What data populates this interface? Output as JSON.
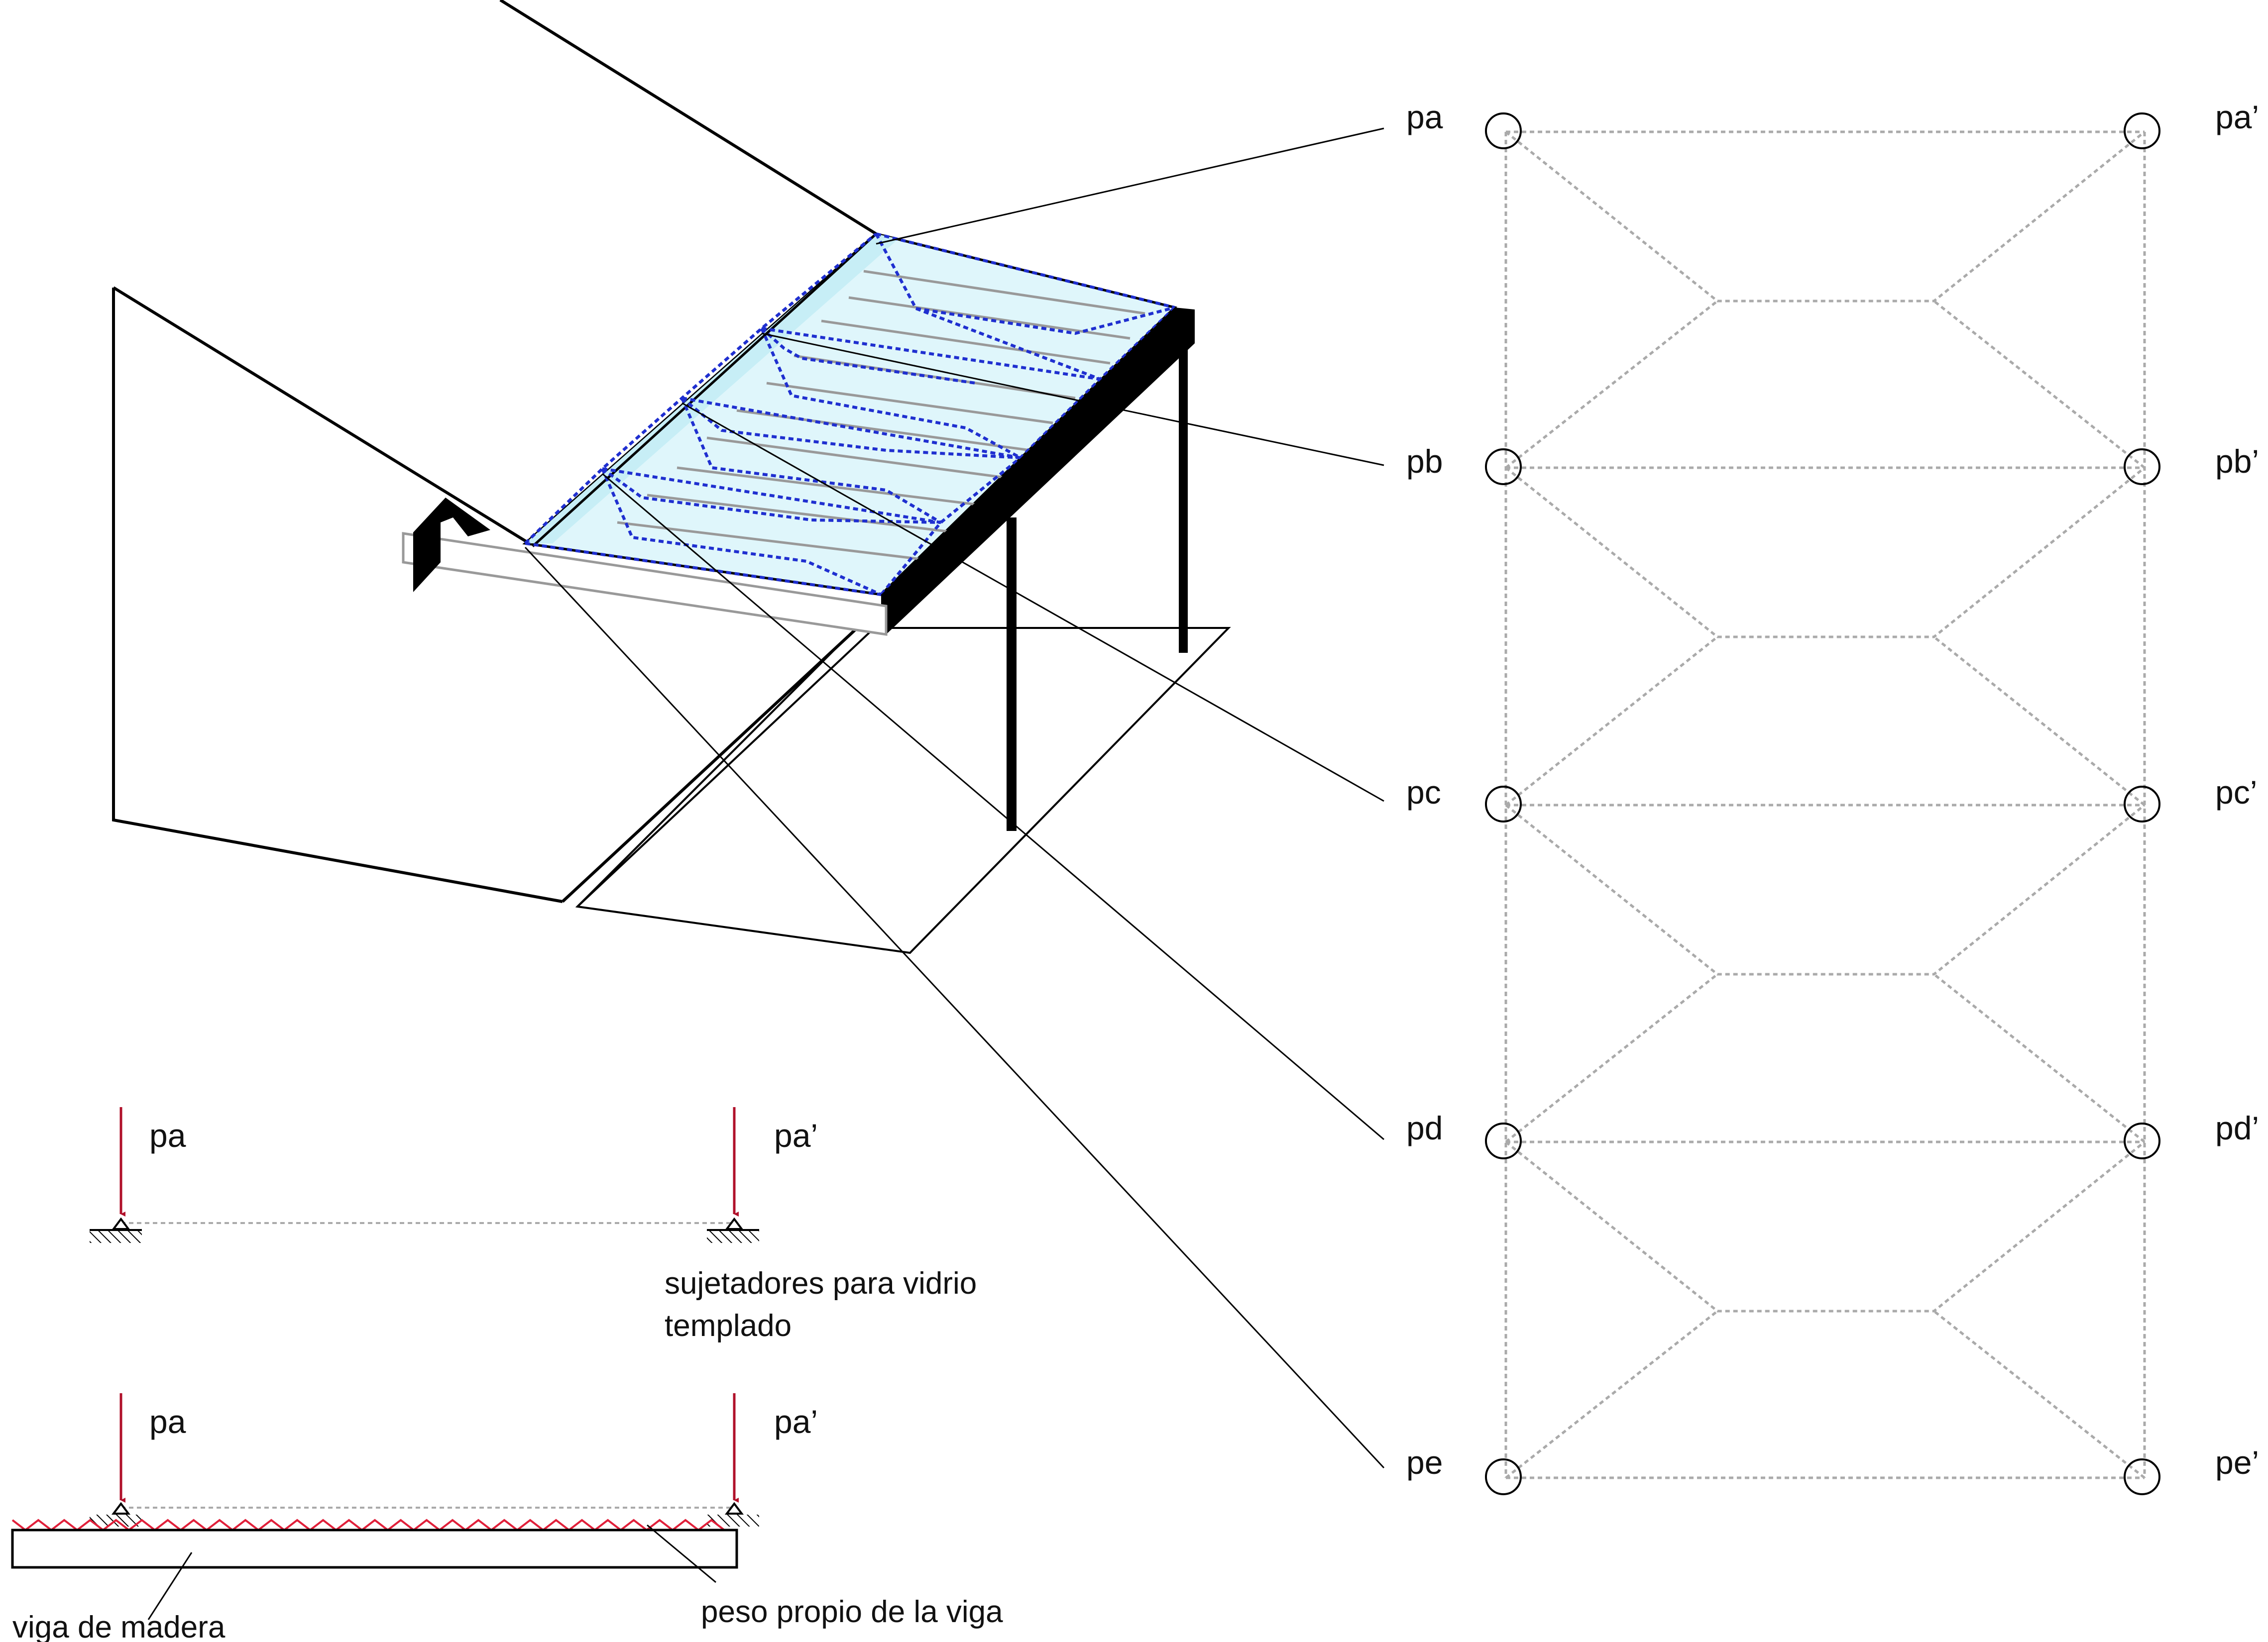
{
  "colors": {
    "line": "#000000",
    "dotted": "#aaaaaa",
    "glass": "#dff6fb",
    "tributary": "#1f2fd0",
    "load_arrow": "#b0102a",
    "self_weight": "#e0203a"
  },
  "grid_labels": {
    "left": [
      "pa",
      "pb",
      "pc",
      "pd",
      "pe"
    ],
    "right": [
      "pa’",
      "pb’",
      "pc’",
      "pd’",
      "pe’"
    ]
  },
  "beam_diagram_1": {
    "load_left": "pa",
    "load_right": "pa’",
    "caption_line1": "sujetadores para vidrio",
    "caption_line2": "templado"
  },
  "beam_diagram_2": {
    "load_left": "pa",
    "load_right": "pa’",
    "beam_label": "viga de madera",
    "self_weight_label": "peso propio de la viga"
  }
}
